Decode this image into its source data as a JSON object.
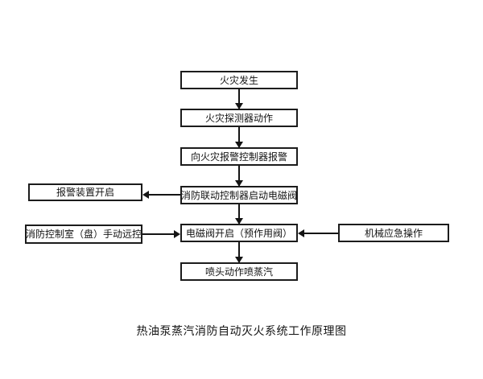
{
  "diagram": {
    "title": "热油泵蒸汽消防自动灭火系统工作原理图",
    "type": "flowchart",
    "colors": {
      "line": "#141414",
      "border": "#1c1c1c",
      "text": "#141414",
      "background": "#ffffff"
    },
    "nodes": {
      "fire_occurs": "火灾发生",
      "detector_action": "火灾探测器动作",
      "report_alarm": "向火灾报警控制器报警",
      "linkage_start_solenoid": "消防联动控制器启动电磁阀",
      "alarm_device_open": "报警装置开启",
      "solenoid_open": "电磁阀开启（预作用阀）",
      "manual_remote_control": "消防控制室（盘）手动远控",
      "mechanical_emergency": "机械应急操作",
      "nozzle_spray_steam": "喷头动作喷蒸汽"
    },
    "edges": [
      {
        "from": "fire_occurs",
        "to": "detector_action",
        "direction": "down"
      },
      {
        "from": "detector_action",
        "to": "report_alarm",
        "direction": "down"
      },
      {
        "from": "report_alarm",
        "to": "linkage_start_solenoid",
        "direction": "down"
      },
      {
        "from": "linkage_start_solenoid",
        "to": "alarm_device_open",
        "direction": "left"
      },
      {
        "from": "linkage_start_solenoid",
        "to": "solenoid_open",
        "direction": "down"
      },
      {
        "from": "manual_remote_control",
        "to": "solenoid_open",
        "direction": "right"
      },
      {
        "from": "mechanical_emergency",
        "to": "solenoid_open",
        "direction": "left"
      },
      {
        "from": "solenoid_open",
        "to": "nozzle_spray_steam",
        "direction": "down"
      }
    ]
  }
}
